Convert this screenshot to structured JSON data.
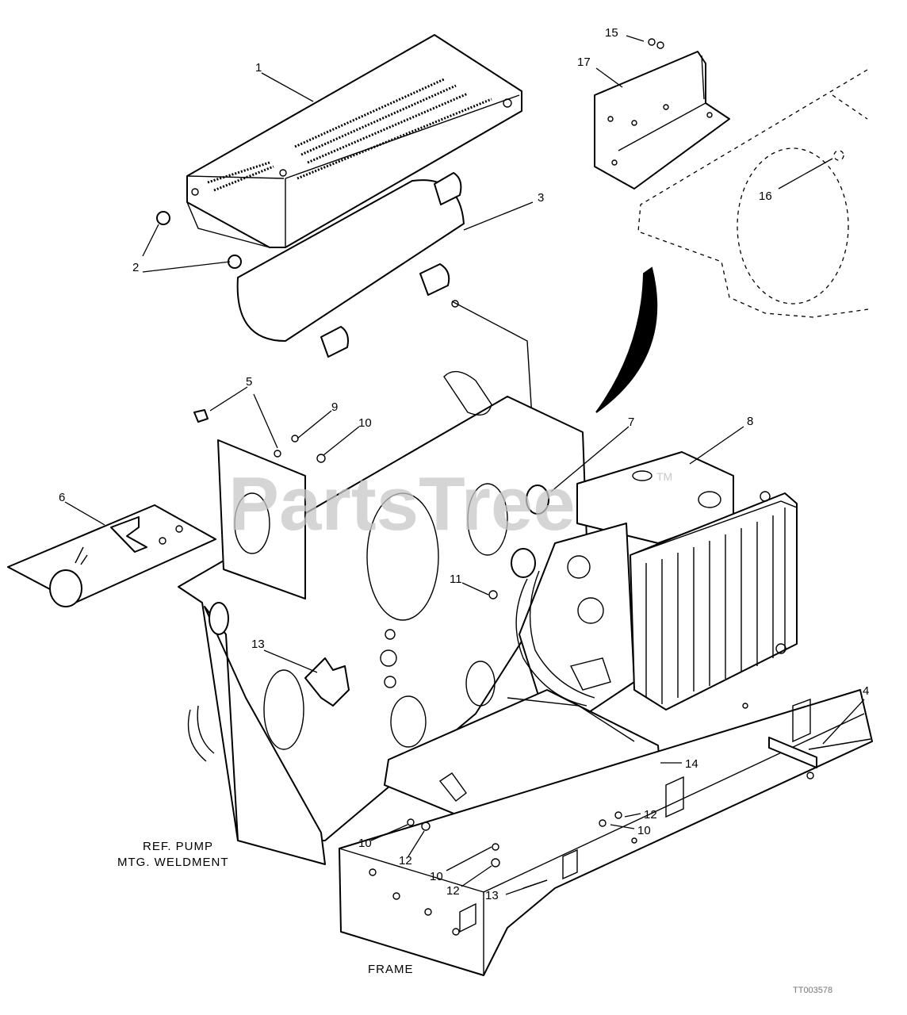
{
  "callouts": {
    "c1": "1",
    "c2": "2",
    "c3": "3",
    "c4": "4",
    "c5": "5",
    "c6": "6",
    "c7": "7",
    "c8": "8",
    "c9": "9",
    "c10a": "10",
    "c10b": "10",
    "c10c": "10",
    "c10d": "10",
    "c11": "11",
    "c12a": "12",
    "c12b": "12",
    "c12c": "12",
    "c13a": "13",
    "c13b": "13",
    "c14": "14",
    "c15": "15",
    "c16": "16",
    "c17": "17"
  },
  "references": {
    "pump_line1": "REF. PUMP",
    "pump_line2": "MTG. WELDMENT",
    "frame": "FRAME"
  },
  "watermark": {
    "text": "PartsTree",
    "trademark": "TM"
  },
  "drawing_code": "TT003578"
}
